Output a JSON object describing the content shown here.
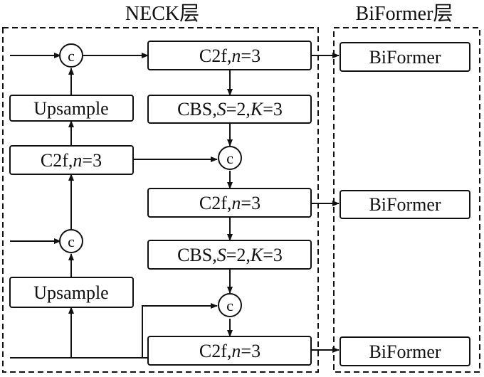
{
  "groups": {
    "neck_title": "NECK层",
    "biformer_title": "BiFormer层"
  },
  "nodes": {
    "up1": "Upsample",
    "c2f_left": {
      "pre": "C2f,",
      "var": "n",
      "post": "=3"
    },
    "up2": "Upsample",
    "c2f_top": {
      "pre": "C2f,",
      "var": "n",
      "post": "=3"
    },
    "cbs1": {
      "a": "CBS,",
      "s": "S",
      "b": "=2,",
      "k": "K",
      "c": "=3"
    },
    "c2f_mid": {
      "pre": "C2f,",
      "var": "n",
      "post": "=3"
    },
    "cbs2": {
      "a": "CBS,",
      "s": "S",
      "b": "=2,",
      "k": "K",
      "c": "=3"
    },
    "c2f_bot": {
      "pre": "C2f,",
      "var": "n",
      "post": "=3"
    },
    "bf1": "BiFormer",
    "bf2": "BiFormer",
    "bf3": "BiFormer",
    "concat": "c"
  }
}
